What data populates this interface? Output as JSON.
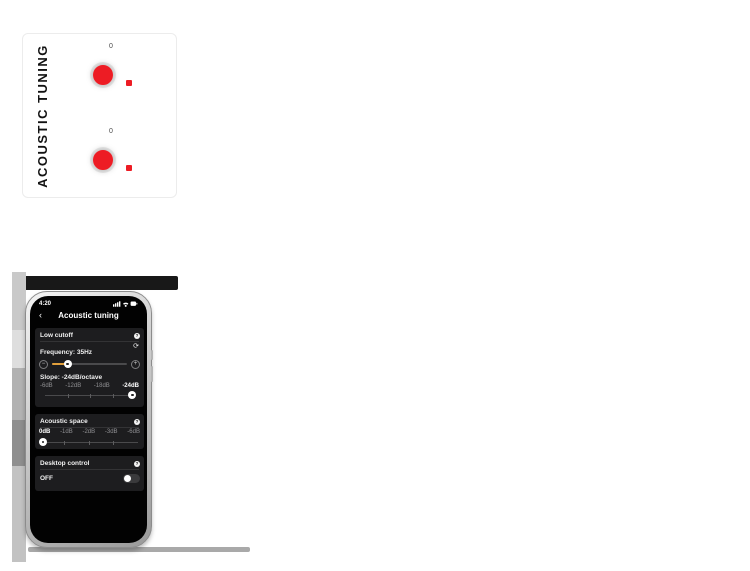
{
  "badge_card": {
    "label": "ACOUSTIC TUNING",
    "knob_top_value": "0",
    "knob_bottom_value": "0"
  },
  "phone": {
    "status": {
      "time": "4:20"
    },
    "nav": {
      "back_glyph": "‹",
      "title": "Acoustic tuning"
    },
    "low_cutoff": {
      "title": "Low cutoff",
      "help_glyph": "?",
      "reset_glyph": "⟳",
      "frequency_label": "Frequency: 35Hz",
      "minus_glyph": "−",
      "plus_glyph": "+",
      "frequency_percent": 21,
      "slope_label": "Slope: -24dB/octave",
      "ticks": [
        "-6dB",
        "-12dB",
        "-18dB",
        "-24dB"
      ],
      "selected_tick": "-24dB",
      "slope_percent": 100
    },
    "acoustic_space": {
      "title": "Acoustic space",
      "help_glyph": "?",
      "ticks": [
        "0dB",
        "-1dB",
        "-2dB",
        "-3dB",
        "-6dB"
      ],
      "selected_tick": "0dB",
      "space_percent": 0
    },
    "desktop_control": {
      "title": "Desktop control",
      "help_glyph": "?",
      "state_label": "OFF",
      "enabled": false
    }
  },
  "colors": {
    "knob_red": "#ED1C24",
    "slider_amber": "#E2A03C",
    "app_card_bg": "#1D1D1F",
    "screen_bg": "#020202"
  }
}
